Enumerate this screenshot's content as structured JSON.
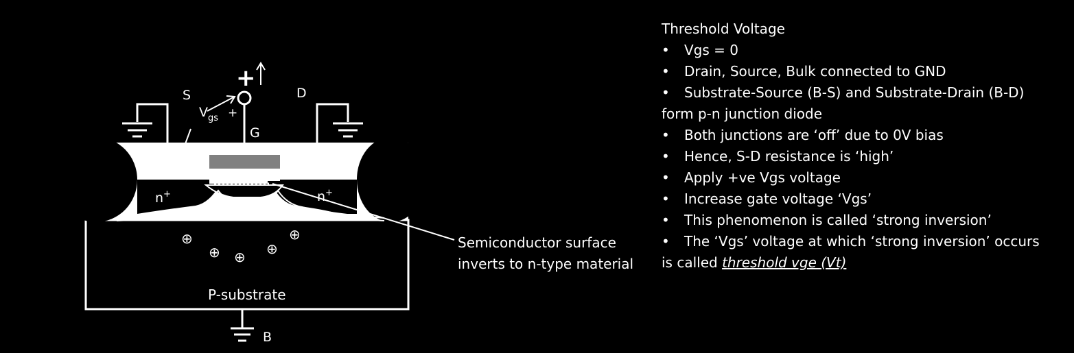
{
  "diagram": {
    "labels": {
      "source": "S",
      "drain": "D",
      "gate": "G",
      "body": "B",
      "vgs_main": "V",
      "vgs_sub": "gs",
      "plus_big": "+",
      "plus_small": "+",
      "minus": "-",
      "gate_charges": "+++++++",
      "n_left": "n",
      "n_right": "n",
      "n_sup": "+",
      "substrate": "P-substrate",
      "annotation_line1": "Semiconductor surface",
      "annotation_line2": "inverts to n-type material",
      "hole_symbol": "⊕"
    }
  },
  "notes": {
    "title": "Threshold Voltage",
    "bullet_char": "•",
    "bullets": [
      "Vgs = 0",
      "Drain, Source, Bulk connected to GND",
      "Substrate-Source (B-S) and Substrate-Drain (B-D) form p-n junction diode",
      "Both junctions are ‘off’ due to 0V bias",
      "Hence, S-D resistance is ‘high’",
      "Apply +ve Vgs voltage",
      "Increase gate voltage ‘Vgs’",
      "This phenomenon is called ‘strong inversion’"
    ],
    "last_bullet_prefix": "The ‘Vgs’ voltage at which ‘strong inversion’ occurs is called ",
    "last_bullet_emphasis": "threshold vge (Vt)"
  }
}
